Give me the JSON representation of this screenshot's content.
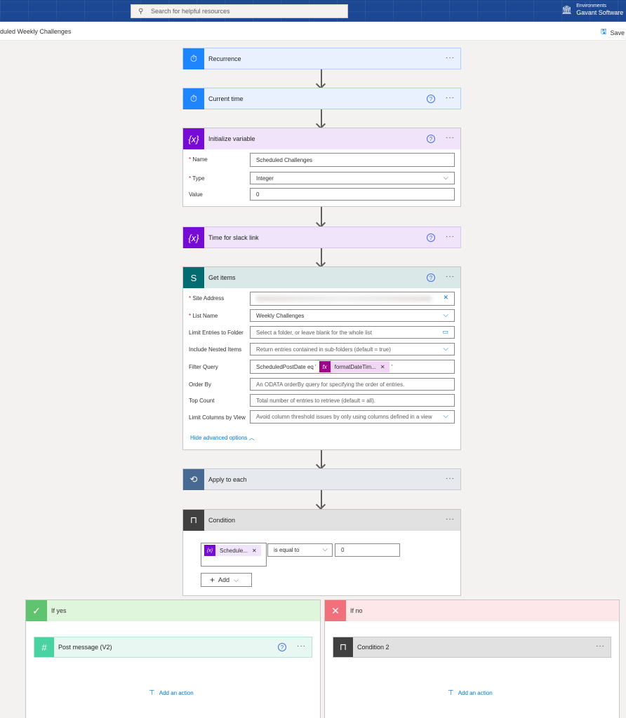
{
  "header": {
    "search_placeholder": "Search for helpful resources",
    "env_label": "Environments",
    "env_name": "Gavant Software"
  },
  "commandbar": {
    "flow_title": "duled Weekly Challenges",
    "save_label": "Save"
  },
  "steps": {
    "recurrence": {
      "title": "Recurrence"
    },
    "current_time": {
      "title": "Current time"
    },
    "init_variable": {
      "title": "Initialize variable",
      "name_label": "Name",
      "name_value": "Scheduled Challenges",
      "type_label": "Type",
      "type_value": "Integer",
      "value_label": "Value",
      "value_value": "0"
    },
    "time_slack": {
      "title": "Time for slack link"
    },
    "get_items": {
      "title": "Get items",
      "site_address_label": "Site Address",
      "list_name_label": "List Name",
      "list_name_value": "Weekly Challenges",
      "limit_folder_label": "Limit Entries to Folder",
      "limit_folder_placeholder": "Select a folder, or leave blank for the whole list",
      "nested_label": "Include Nested Items",
      "nested_placeholder": "Return entries contained in sub-folders (default = true)",
      "filter_label": "Filter Query",
      "filter_prefix": "ScheduledPostDate eq '",
      "filter_token": "formatDateTim...",
      "filter_suffix": "'",
      "orderby_label": "Order By",
      "orderby_placeholder": "An ODATA orderBy query for specifying the order of entries.",
      "topcount_label": "Top Count",
      "topcount_placeholder": "Total number of entries to retrieve (default = all).",
      "limitcols_label": "Limit Columns by View",
      "limitcols_placeholder": "Avoid column threshold issues by only using columns defined in a view",
      "hide_advanced": "Hide advanced options"
    },
    "apply_each": {
      "title": "Apply to each"
    },
    "condition": {
      "title": "Condition",
      "token": "Schedule...",
      "operator": "is equal to",
      "value": "0",
      "add_label": "Add"
    }
  },
  "branches": {
    "yes": {
      "title": "If yes",
      "action_title": "Post message (V2)",
      "add_action": "Add an action"
    },
    "no": {
      "title": "If no",
      "action_title": "Condition 2",
      "add_action": "Add an action"
    }
  },
  "colors": {
    "recurrence": "#1f85ff",
    "variable": "#770bd6",
    "sharepoint": "#036c70",
    "control": "#404040",
    "slack": "#4ad3a2"
  }
}
